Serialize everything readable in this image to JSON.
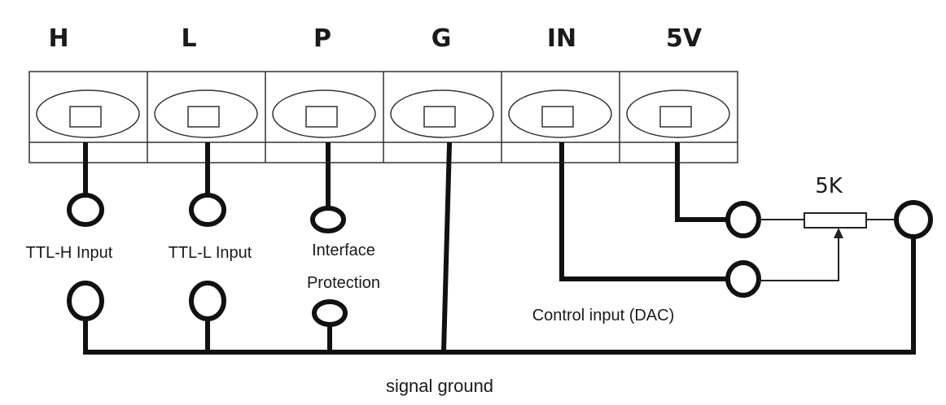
{
  "terminals": [
    {
      "label": "H"
    },
    {
      "label": "L"
    },
    {
      "label": "P"
    },
    {
      "label": "G"
    },
    {
      "label": "IN"
    },
    {
      "label": "5V"
    }
  ],
  "labels": {
    "ttl_h": "TTL-H Input",
    "ttl_l": "TTL-L Input",
    "interface_line1": "Interface",
    "interface_line2": "Protection",
    "control": "Control input (DAC)",
    "resistor": "5K",
    "ground": "signal ground"
  }
}
